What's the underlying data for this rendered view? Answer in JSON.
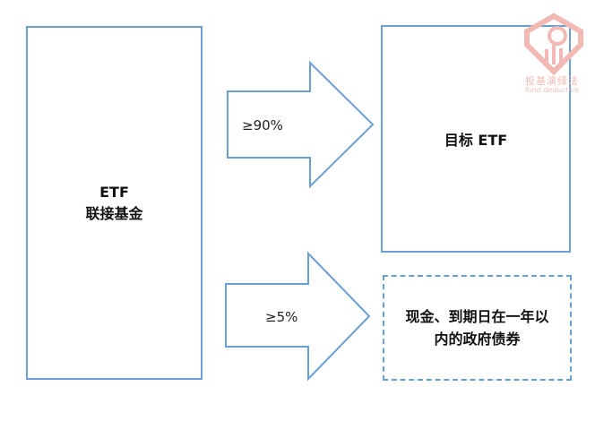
{
  "etf_box": {
    "line1": "ETF",
    "line2": "联接基金"
  },
  "target_box": {
    "label": "目标 ETF"
  },
  "cash_box": {
    "line1": "现金、到期日在一年以",
    "line2": "内的政府债券"
  },
  "arrows": {
    "top_label": "≥90%",
    "bottom_label": "≥5%"
  },
  "watermark": {
    "text": "投基演绎法",
    "subtext": "fund deductive"
  },
  "colors": {
    "border": "#6a9fd4",
    "logo": "#f2b9b4"
  }
}
